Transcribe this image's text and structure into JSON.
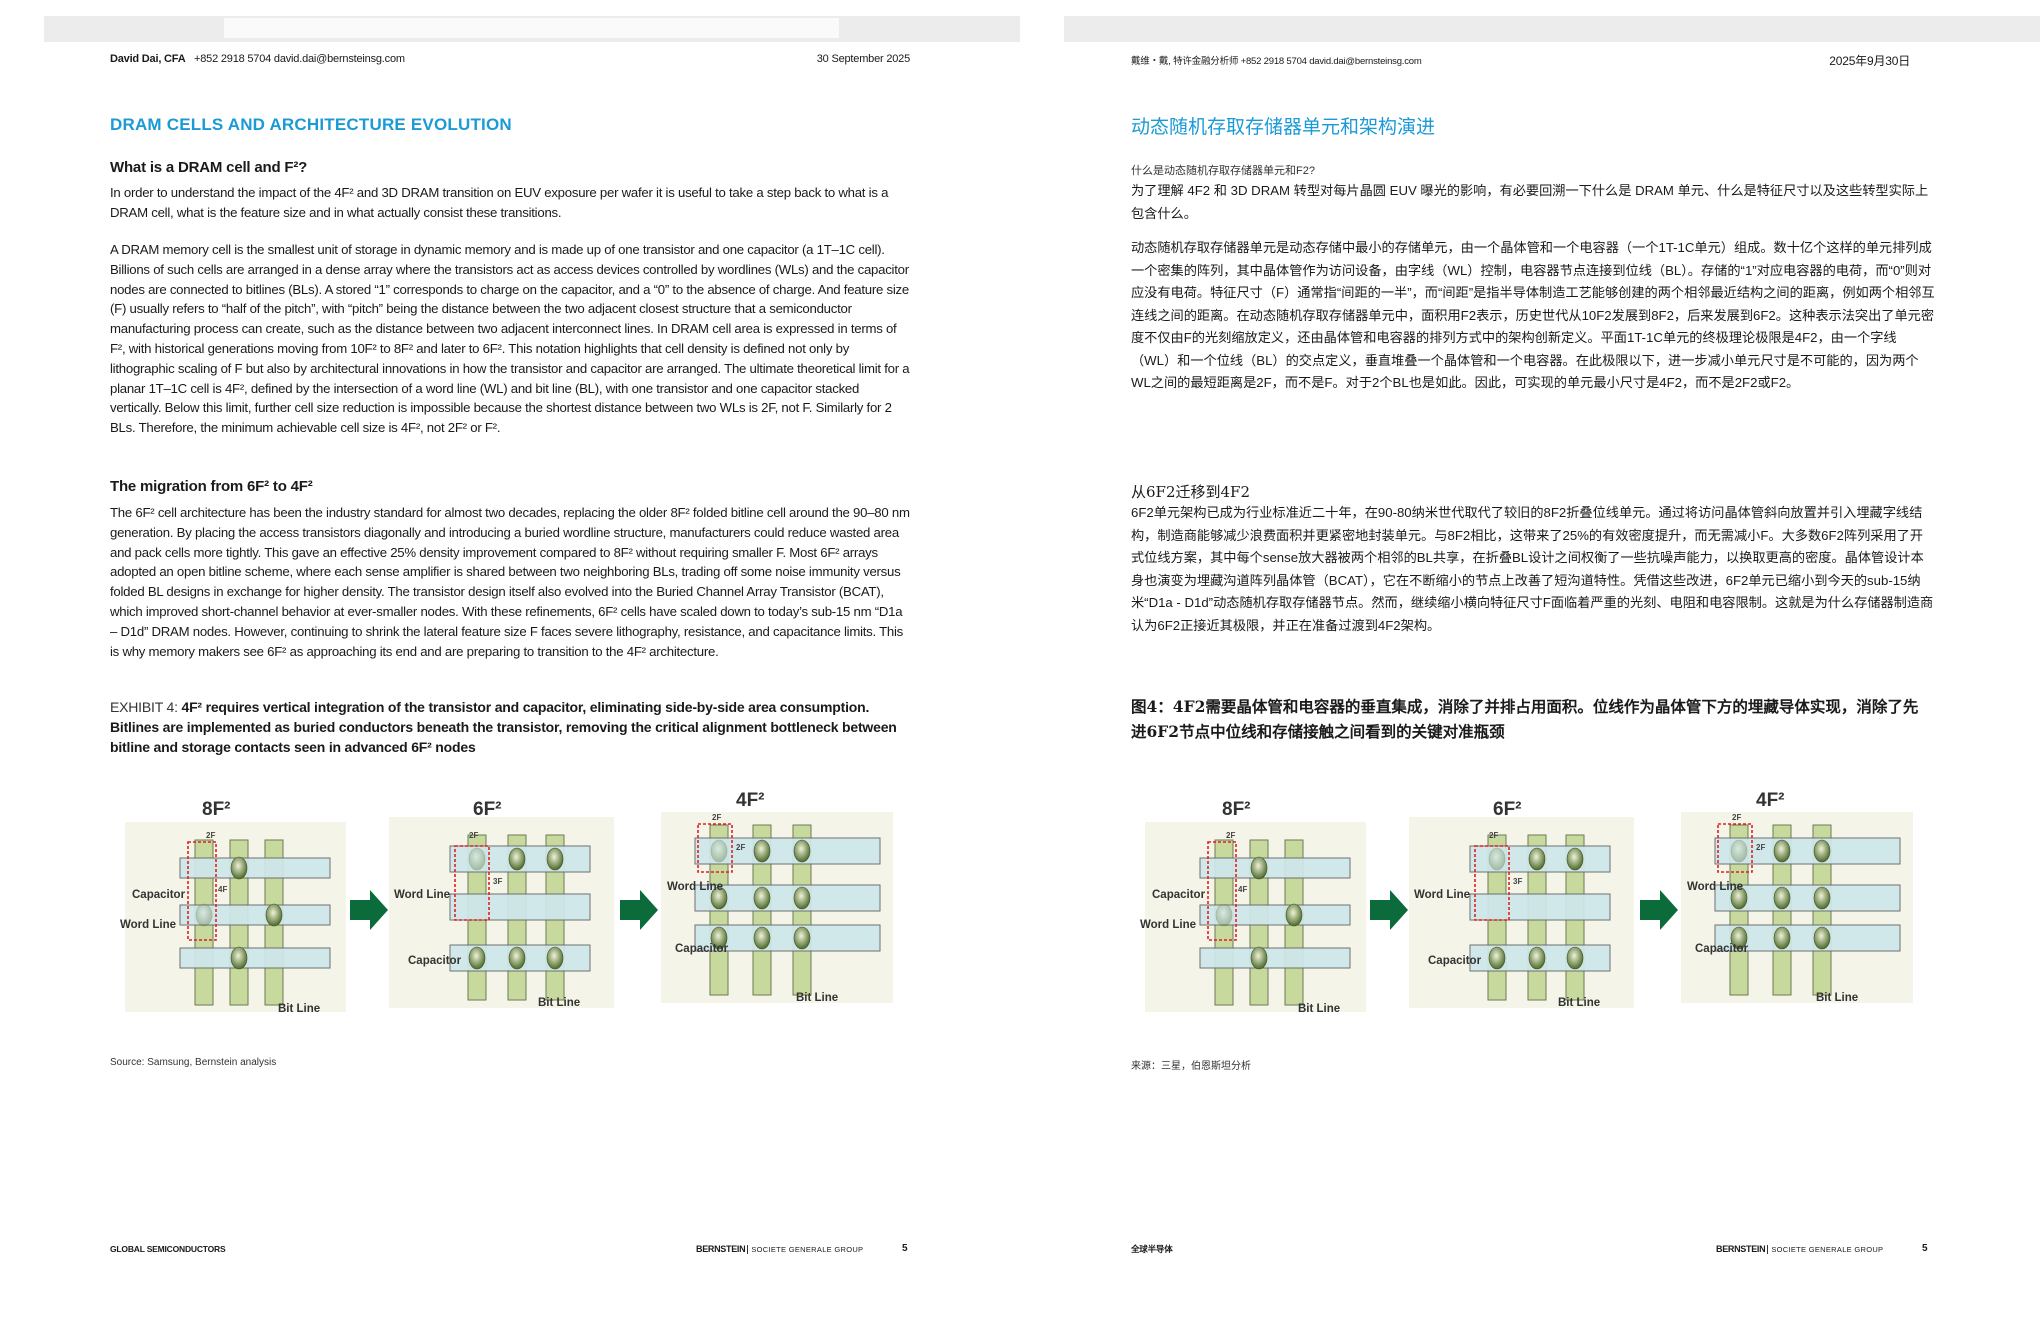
{
  "en": {
    "header": {
      "author": "David Dai, CFA",
      "contact": "+852 2918 5704  david.dai@bernsteinsg.com",
      "date": "30 September 2025"
    },
    "title": "DRAM CELLS AND ARCHITECTURE EVOLUTION",
    "section1": {
      "heading": "What is a DRAM cell and F²?",
      "p1": "In order to understand the impact of the 4F² and 3D DRAM transition on EUV exposure per wafer it is useful to take a step back to what is a DRAM cell, what is the feature size and in what actually consist these transitions.",
      "p2": "A DRAM memory cell is the smallest unit of storage in dynamic memory and is made up of one transistor and one capacitor (a 1T–1C cell). Billions of such cells are arranged in a dense array where the transistors act as access devices controlled by wordlines (WLs) and the capacitor nodes are connected to bitlines (BLs). A stored “1” corresponds to charge on the capacitor, and a “0” to the absence of charge. And feature size (F) usually refers to “half of the pitch”, with “pitch” being the distance between the two adjacent closest structure that a semiconductor manufacturing process can create, such as the distance between two adjacent interconnect lines. In DRAM cell area is expressed in terms of F², with historical generations moving from 10F² to 8F² and later to 6F². This notation highlights that cell density is defined not only by lithographic scaling of F but also by architectural innovations in how the transistor and capacitor are arranged. The ultimate theoretical limit for a planar 1T–1C cell is 4F², defined by the intersection of a word line (WL) and bit line (BL), with one transistor and one capacitor stacked vertically. Below this limit, further cell size reduction is impossible because the shortest distance between two WLs is 2F, not F. Similarly for 2 BLs. Therefore, the minimum achievable cell size is 4F², not 2F² or F²."
    },
    "section2": {
      "heading": "The migration from 6F² to 4F²",
      "p1": "The 6F² cell architecture has been the industry standard for almost two decades, replacing the older 8F² folded bitline cell around the 90–80 nm generation. By placing the access transistors diagonally and introducing a buried wordline structure, manufacturers could reduce wasted area and pack cells more tightly. This gave an effective 25% density improvement compared to 8F² without requiring smaller F. Most 6F² arrays adopted an open bitline scheme, where each sense amplifier is shared between two neighboring BLs, trading off some noise immunity versus folded BL designs in exchange for higher density. The transistor design itself also evolved into the Buried Channel Array Transistor (BCAT), which improved short-channel behavior at ever-smaller nodes. With these refinements, 6F² cells have scaled down to today’s sub-15 nm “D1a – D1d” DRAM nodes. However, continuing to shrink the lateral feature size F faces severe lithography, resistance, and capacitance limits. This is why memory makers see 6F² as approaching its end and are preparing to transition to the 4F² architecture."
    },
    "exhibit": {
      "label": "EXHIBIT 4:",
      "caption": "4F² requires vertical integration of the transistor and capacitor, eliminating side-by-side area consumption. Bitlines are implemented as buried conductors beneath the transistor, removing the critical alignment bottleneck between bitline and storage contacts seen in advanced 6F² nodes"
    },
    "source": "Source: Samsung, Bernstein analysis",
    "footer": {
      "section": "GLOBAL SEMICONDUCTORS",
      "brand": "BERNSTEIN",
      "group": "SOCIETE GENERALE GROUP",
      "page": "5"
    }
  },
  "zh": {
    "header": {
      "contact": "戴维・戴, 特许金融分析师 +852 2918 5704 david.dai@bernsteinsg.com",
      "date": "2025年9月30日"
    },
    "title": "动态随机存取存储器单元和架构演进",
    "section1": {
      "heading": "什么是动态随机存取存储器单元和F2?",
      "p1": "为了理解 4F2 和 3D DRAM 转型对每片晶圆 EUV 曝光的影响，有必要回溯一下什么是 DRAM 单元、什么是特征尺寸以及这些转型实际上包含什么。",
      "p2": "动态随机存取存储器单元是动态存储中最小的存储单元，由一个晶体管和一个电容器（一个1T-1C单元）组成。数十亿个这样的单元排列成一个密集的阵列，其中晶体管作为访问设备，由字线（WL）控制，电容器节点连接到位线（BL）。存储的“1”对应电容器的电荷，而“0”则对应没有电荷。特征尺寸（F）通常指“间距的一半”，而“间距”是指半导体制造工艺能够创建的两个相邻最近结构之间的距离，例如两个相邻互连线之间的距离。在动态随机存取存储器单元中，面积用F2表示，历史世代从10F2发展到8F2，后来发展到6F2。这种表示法突出了单元密度不仅由F的光刻缩放定义，还由晶体管和电容器的排列方式中的架构创新定义。平面1T-1C单元的终极理论极限是4F2，由一个字线（WL）和一个位线（BL）的交点定义，垂直堆叠一个晶体管和一个电容器。在此极限以下，进一步减小单元尺寸是不可能的，因为两个WL之间的最短距离是2F，而不是F。对于2个BL也是如此。因此，可实现的单元最小尺寸是4F2，而不是2F2或F2。"
    },
    "section2": {
      "heading": "从6F2迁移到4F2",
      "p1": "6F2单元架构已成为行业标准近二十年，在90-80纳米世代取代了较旧的8F2折叠位线单元。通过将访问晶体管斜向放置并引入埋藏字线结构，制造商能够减少浪费面积并更紧密地封装单元。与8F2相比，这带来了25%的有效密度提升，而无需减小F。大多数6F2阵列采用了开式位线方案，其中每个sense放大器被两个相邻的BL共享，在折叠BL设计之间权衡了一些抗噪声能力，以换取更高的密度。晶体管设计本身也演变为埋藏沟道阵列晶体管（BCAT），它在不断缩小的节点上改善了短沟道特性。凭借这些改进，6F2单元已缩小到今天的sub-15纳米“D1a - D1d”动态随机存取存储器节点。然而，继续缩小横向特征尺寸F面临着严重的光刻、电阻和电容限制。这就是为什么存储器制造商认为6F2正接近其极限，并正在准备过渡到4F2架构。"
    },
    "exhibit": {
      "caption": "图4：4F2需要晶体管和电容器的垂直集成，消除了并排占用面积。位线作为晶体管下方的埋藏导体实现，消除了先进6F2节点中位线和存储接触之间看到的关键对准瓶颈"
    },
    "source": "来源：三星，伯恩斯坦分析",
    "footer": {
      "section": "全球半导体",
      "brand": "BERNSTEIN",
      "group": "SOCIETE GENERALE GROUP",
      "page": "5"
    }
  },
  "figure": {
    "panels": [
      "8F²",
      "6F²",
      "4F²"
    ],
    "capacitor": "Capacitor",
    "word_line": "Word Line",
    "bit_line": "Bit Line",
    "dims": {
      "p1_w": "2F",
      "p1_h": "4F",
      "p2_w": "2F",
      "p2_h": "3F",
      "p3_w": "2F",
      "p3_h": "2F"
    },
    "colors": {
      "arrow": "#0b6b3a",
      "bitline": "#c7d99c",
      "wordline": "#cfe7ec",
      "background": "#f4f4e8",
      "cell_box": "#e02020"
    }
  }
}
